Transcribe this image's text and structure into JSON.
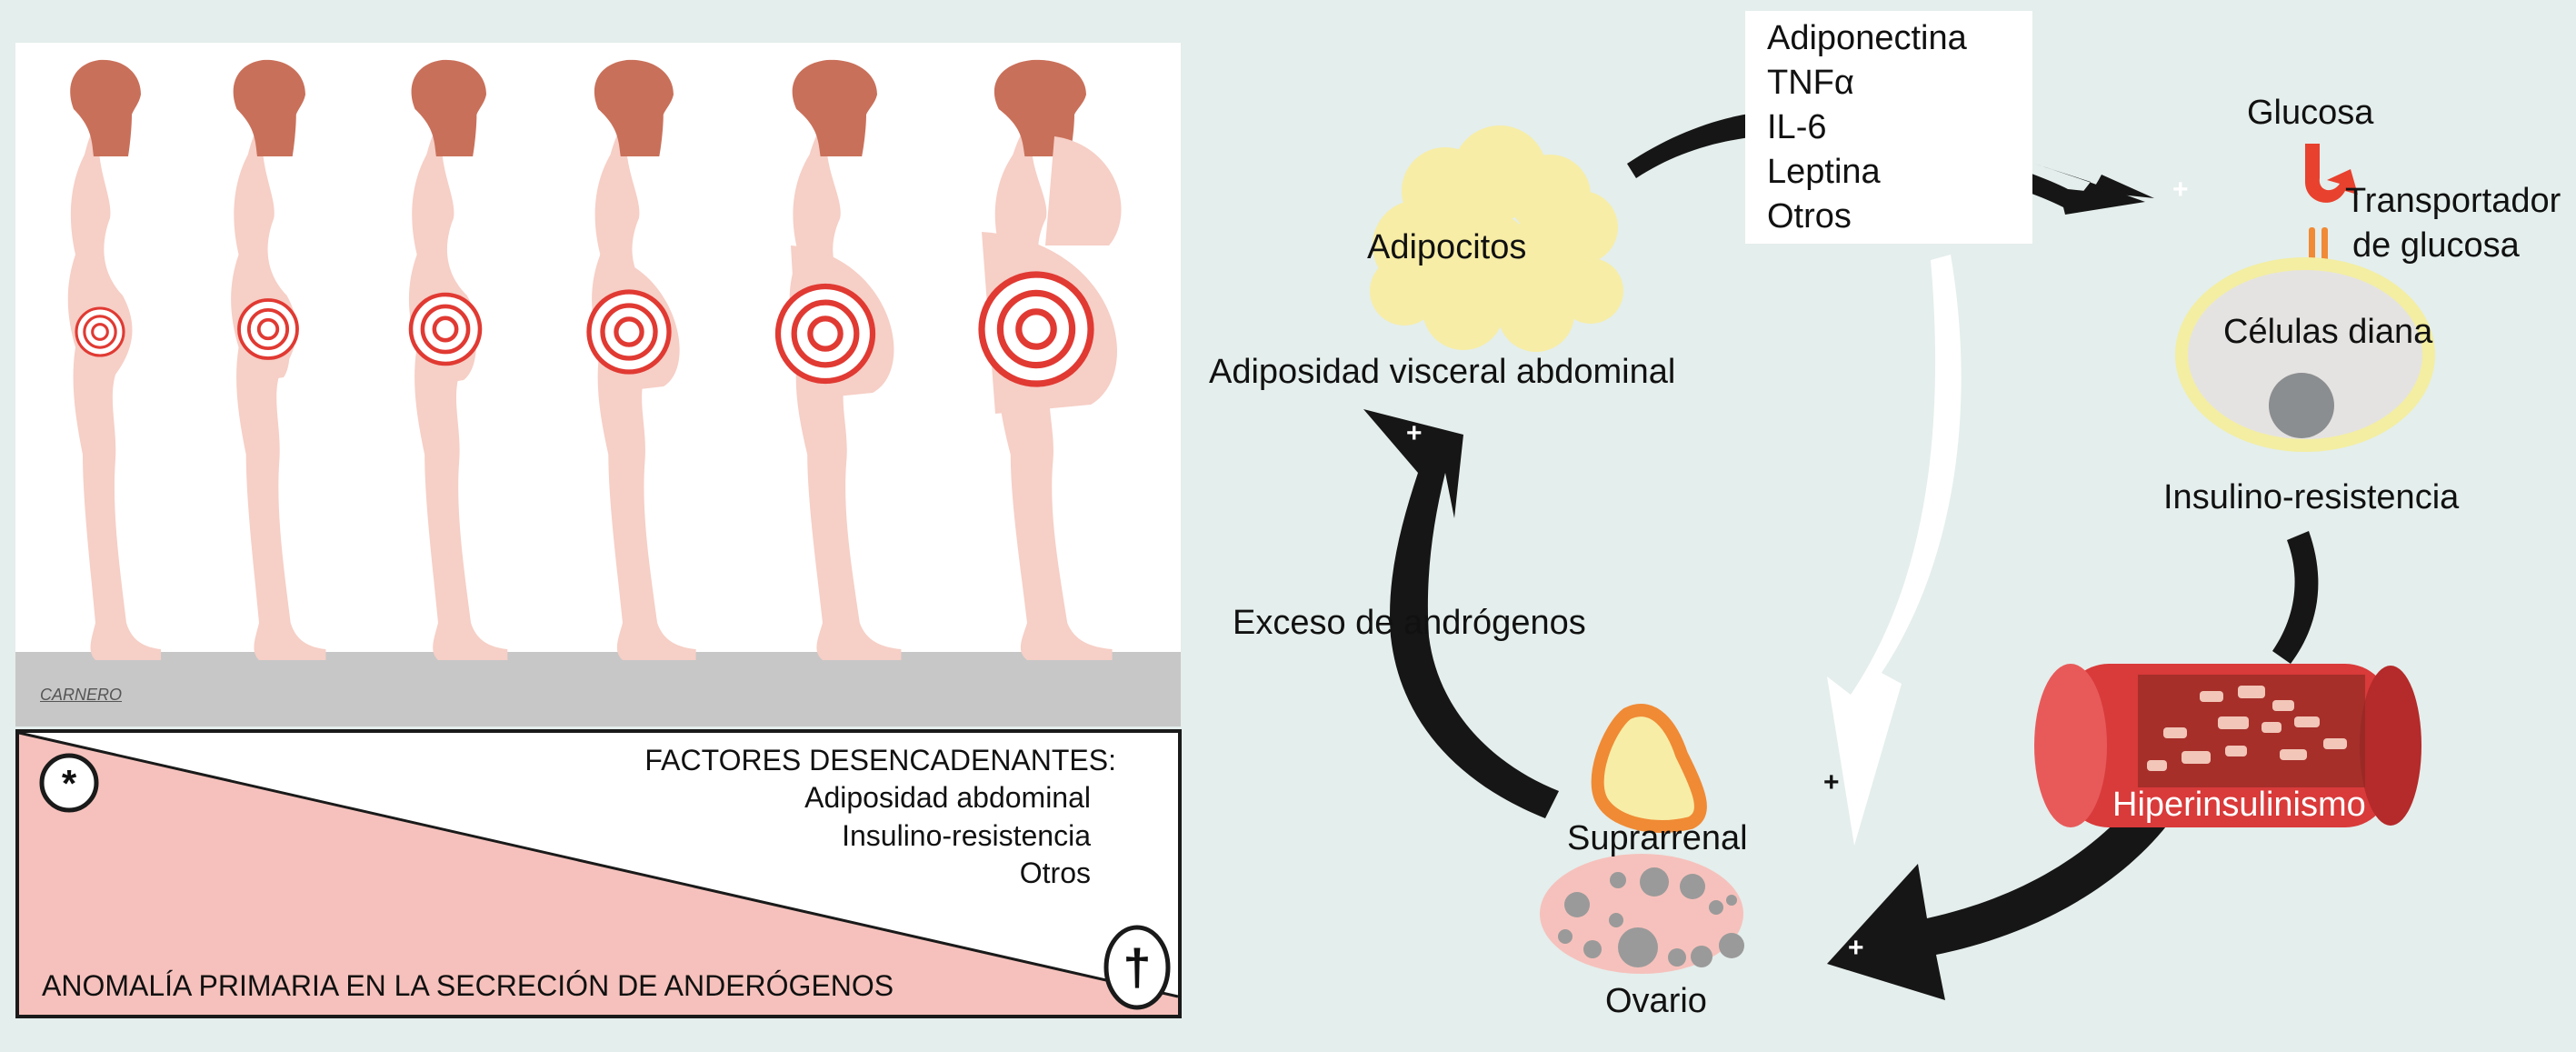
{
  "left_panel": {
    "signature": "CARNERO",
    "stage_count": 6
  },
  "triangle_panel": {
    "triggers_title": "FACTORES DESENCADENANTES:",
    "triggers": [
      "Adiposidad abdominal",
      "Insulino-resistencia",
      "Otros"
    ],
    "primary_anomaly": "ANOMALÍA PRIMARIA EN LA SECRECIÓN DE ANDERÓGENOS",
    "asterisk_symbol": "*",
    "cross_symbol": "†"
  },
  "diagram": {
    "mediators": [
      "Adiponectina",
      "TNFα",
      "IL-6",
      "Leptina",
      "Otros"
    ],
    "adipocytes": "Adipocitos",
    "visceral_adiposity": "Adiposidad visceral abdominal",
    "glucose": "Glucosa",
    "transporter": [
      "Transportador",
      "de glucosa"
    ],
    "target_cells": "Células diana",
    "insulin_resistance": "Insulino-resistencia",
    "hyperinsulinism": "Hiperinsulinismo",
    "androgen_excess": "Exceso de andrógenos",
    "adrenal": "Suprarrenal",
    "ovary": "Ovario",
    "plus_sign": "+"
  },
  "colors": {
    "background": "#e4eeec",
    "body_pink": "#f6cfc6",
    "hair": "#c9705a",
    "target_red": "#e03a33",
    "triangle_pink": "#f6c1bc",
    "arrow_black": "#161616",
    "adipocyte_yellow": "#f7eda6",
    "cell_grey": "#e5e3e1",
    "vessel_red": "#d93a3a"
  }
}
